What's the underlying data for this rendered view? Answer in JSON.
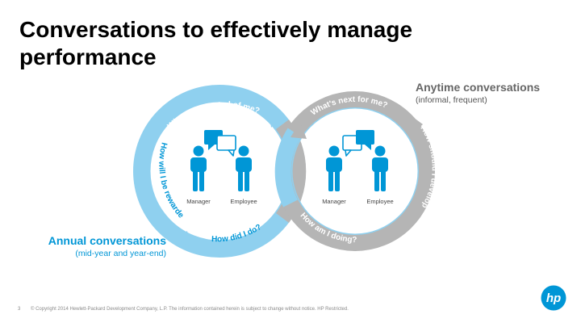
{
  "title": "Conversations to effectively manage performance",
  "cycle": {
    "arc_labels": {
      "top_left": "What is expected of me?",
      "top_right": "What's next for me?",
      "right": "How should I develop?",
      "bottom_right": "How am I doing?",
      "bottom_left": "How did I do?",
      "left": "How will I be rewarded?"
    },
    "left_group": {
      "manager": "Manager",
      "employee": "Employee"
    },
    "right_group": {
      "manager": "Manager",
      "employee": "Employee"
    }
  },
  "anytime": {
    "heading": "Anytime conversations",
    "subheading": "(informal, frequent)"
  },
  "annual": {
    "heading": "Annual conversations",
    "subheading": "(mid-year and year-end)"
  },
  "footer": {
    "page_number": "3",
    "copyright": "© Copyright 2014 Hewlett-Packard Development Company, L.P.  The information contained herein is subject to change without notice. HP Restricted."
  },
  "logo": {
    "text": "hp"
  },
  "colors": {
    "blue_arc": "#8fd0ef",
    "gray_arc": "#b5b5b5",
    "person": "#0096d6",
    "accent_blue": "#0096d6",
    "anytime_gray": "#666666"
  }
}
